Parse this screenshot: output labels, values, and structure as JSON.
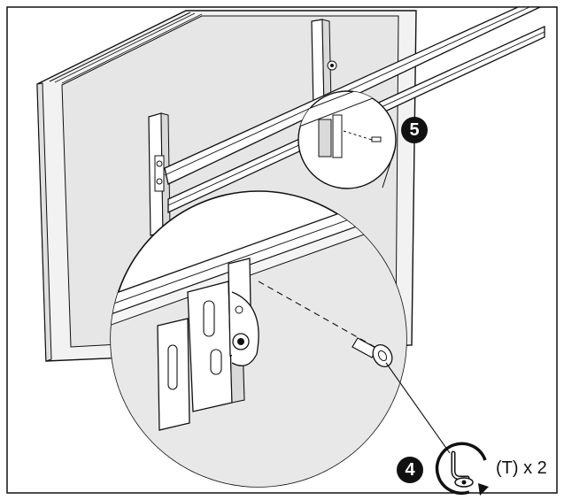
{
  "diagram": {
    "steps": [
      {
        "id": "step-5",
        "number": "5"
      },
      {
        "id": "step-4",
        "number": "4"
      }
    ],
    "torque_label": "(T) x 2",
    "icons": [
      "wrench-rotate-icon",
      "screw-icon",
      "mounting-bracket-icon",
      "display-panel-icon",
      "rail-icon"
    ],
    "colors": {
      "line": "#111111",
      "panel_shade": "#e6e6e6",
      "bracket_shade": "#d9d9d9",
      "background": "#ffffff"
    }
  }
}
